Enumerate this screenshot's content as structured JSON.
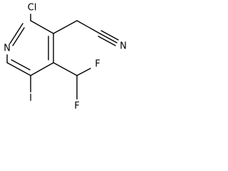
{
  "molecule": {
    "atoms": {
      "n_ring": "N",
      "cl": "Cl",
      "n_nitrile": "N",
      "f_top": "F",
      "f_bottom": "F",
      "iodine": "I"
    }
  }
}
